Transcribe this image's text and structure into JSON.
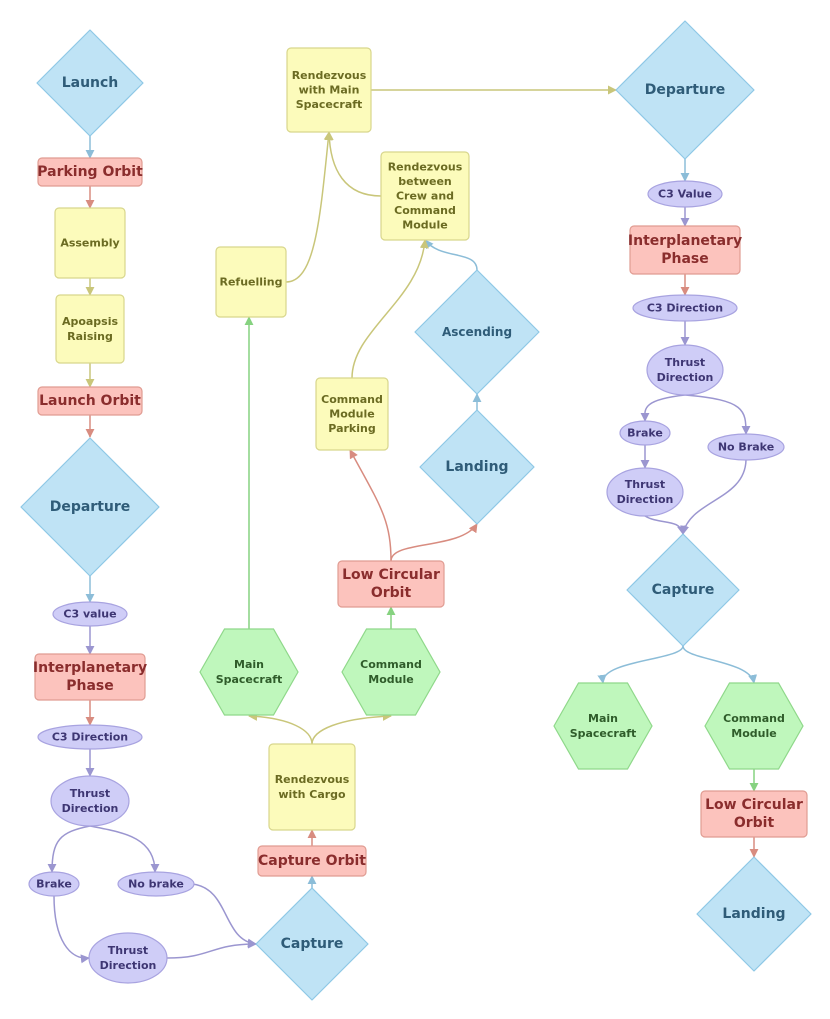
{
  "colors": {
    "blue": "#8cbdd8",
    "red": "#d88c80",
    "yellow": "#c9c67a",
    "purple": "#9b96d0",
    "green": "#86d280"
  },
  "nodes": {
    "n1": {
      "text": [
        "Launch"
      ]
    },
    "n2": {
      "text": [
        "Parking Orbit"
      ]
    },
    "n3": {
      "text": [
        "Assembly"
      ]
    },
    "n4": {
      "text": [
        "Apoapsis",
        "Raising"
      ]
    },
    "n5": {
      "text": [
        "Launch Orbit"
      ]
    },
    "n6": {
      "text": [
        "Departure"
      ]
    },
    "n7": {
      "text": [
        "C3 value"
      ]
    },
    "n8": {
      "text": [
        "Interplanetary",
        "Phase"
      ]
    },
    "n9": {
      "text": [
        "C3 Direction"
      ]
    },
    "n10": {
      "text": [
        "Thrust",
        "Direction"
      ]
    },
    "n11": {
      "text": [
        "Brake"
      ]
    },
    "n12": {
      "text": [
        "No brake"
      ]
    },
    "n13": {
      "text": [
        "Thrust",
        "Direction"
      ]
    },
    "n14": {
      "text": [
        "Capture"
      ]
    },
    "n15": {
      "text": [
        "Capture Orbit"
      ]
    },
    "n16": {
      "text": [
        "Rendezvous",
        "with Cargo"
      ]
    },
    "n17": {
      "text": [
        "Main",
        "Spacecraft"
      ]
    },
    "n18": {
      "text": [
        "Command",
        "Module"
      ]
    },
    "n19": {
      "text": [
        "Refuelling"
      ]
    },
    "n20": {
      "text": [
        "Low Circular",
        "Orbit"
      ]
    },
    "n21": {
      "text": [
        "Command",
        "Module",
        "Parking"
      ]
    },
    "n22": {
      "text": [
        "Landing"
      ]
    },
    "n23": {
      "text": [
        "Ascending"
      ]
    },
    "n24": {
      "text": [
        "Rendezvous",
        "between",
        "Crew and",
        "Command",
        "Module"
      ]
    },
    "n25": {
      "text": [
        "Rendezvous",
        "with Main",
        "Spacecraft"
      ]
    },
    "n26": {
      "text": [
        "Departure"
      ]
    },
    "n27": {
      "text": [
        "C3 Value"
      ]
    },
    "n28": {
      "text": [
        "Interplanetary",
        "Phase"
      ]
    },
    "n29": {
      "text": [
        "C3 Direction"
      ]
    },
    "n30": {
      "text": [
        "Thrust",
        "Direction"
      ]
    },
    "n31": {
      "text": [
        "Brake"
      ]
    },
    "n32": {
      "text": [
        "No Brake"
      ]
    },
    "n33": {
      "text": [
        "Thrust",
        "Direction"
      ]
    },
    "n34": {
      "text": [
        "Capture"
      ]
    },
    "n35": {
      "text": [
        "Main",
        "Spacecraft"
      ]
    },
    "n36": {
      "text": [
        "Command",
        "Module"
      ]
    },
    "n37": {
      "text": [
        "Low Circular",
        "Orbit"
      ]
    },
    "n38": {
      "text": [
        "Landing"
      ]
    }
  },
  "edges": [
    {
      "from": "n1",
      "to": "n2",
      "color": "blue"
    },
    {
      "from": "n2",
      "to": "n3",
      "color": "red"
    },
    {
      "from": "n3",
      "to": "n4",
      "color": "yellow"
    },
    {
      "from": "n4",
      "to": "n5",
      "color": "yellow"
    },
    {
      "from": "n5",
      "to": "n6",
      "color": "red"
    },
    {
      "from": "n6",
      "to": "n7",
      "color": "blue"
    },
    {
      "from": "n7",
      "to": "n8",
      "color": "purple"
    },
    {
      "from": "n8",
      "to": "n9",
      "color": "red"
    },
    {
      "from": "n9",
      "to": "n10",
      "color": "purple"
    },
    {
      "from": "n10",
      "to": "n11",
      "color": "purple"
    },
    {
      "from": "n10",
      "to": "n12",
      "color": "purple"
    },
    {
      "from": "n11",
      "to": "n13",
      "color": "purple"
    },
    {
      "from": "n12",
      "to": "n14",
      "color": "purple"
    },
    {
      "from": "n13",
      "to": "n14",
      "color": "purple"
    },
    {
      "from": "n14",
      "to": "n15",
      "color": "blue"
    },
    {
      "from": "n15",
      "to": "n16",
      "color": "red"
    },
    {
      "from": "n16",
      "to": "n17",
      "color": "yellow"
    },
    {
      "from": "n16",
      "to": "n18",
      "color": "yellow"
    },
    {
      "from": "n17",
      "to": "n19",
      "color": "green"
    },
    {
      "from": "n18",
      "to": "n20",
      "color": "green"
    },
    {
      "from": "n20",
      "to": "n21",
      "color": "red"
    },
    {
      "from": "n20",
      "to": "n22",
      "color": "red"
    },
    {
      "from": "n22",
      "to": "n23",
      "color": "blue"
    },
    {
      "from": "n23",
      "to": "n24",
      "color": "blue"
    },
    {
      "from": "n21",
      "to": "n24",
      "color": "yellow"
    },
    {
      "from": "n24",
      "to": "n25",
      "color": "yellow"
    },
    {
      "from": "n19",
      "to": "n25",
      "color": "yellow"
    },
    {
      "from": "n25",
      "to": "n26",
      "color": "yellow"
    },
    {
      "from": "n26",
      "to": "n27",
      "color": "blue"
    },
    {
      "from": "n27",
      "to": "n28",
      "color": "purple"
    },
    {
      "from": "n28",
      "to": "n29",
      "color": "red"
    },
    {
      "from": "n29",
      "to": "n30",
      "color": "purple"
    },
    {
      "from": "n30",
      "to": "n31",
      "color": "purple"
    },
    {
      "from": "n30",
      "to": "n32",
      "color": "purple"
    },
    {
      "from": "n31",
      "to": "n33",
      "color": "purple"
    },
    {
      "from": "n33",
      "to": "n34",
      "color": "purple"
    },
    {
      "from": "n32",
      "to": "n34",
      "color": "purple"
    },
    {
      "from": "n34",
      "to": "n35",
      "color": "blue"
    },
    {
      "from": "n34",
      "to": "n36",
      "color": "blue"
    },
    {
      "from": "n36",
      "to": "n37",
      "color": "green"
    },
    {
      "from": "n37",
      "to": "n38",
      "color": "red"
    }
  ]
}
